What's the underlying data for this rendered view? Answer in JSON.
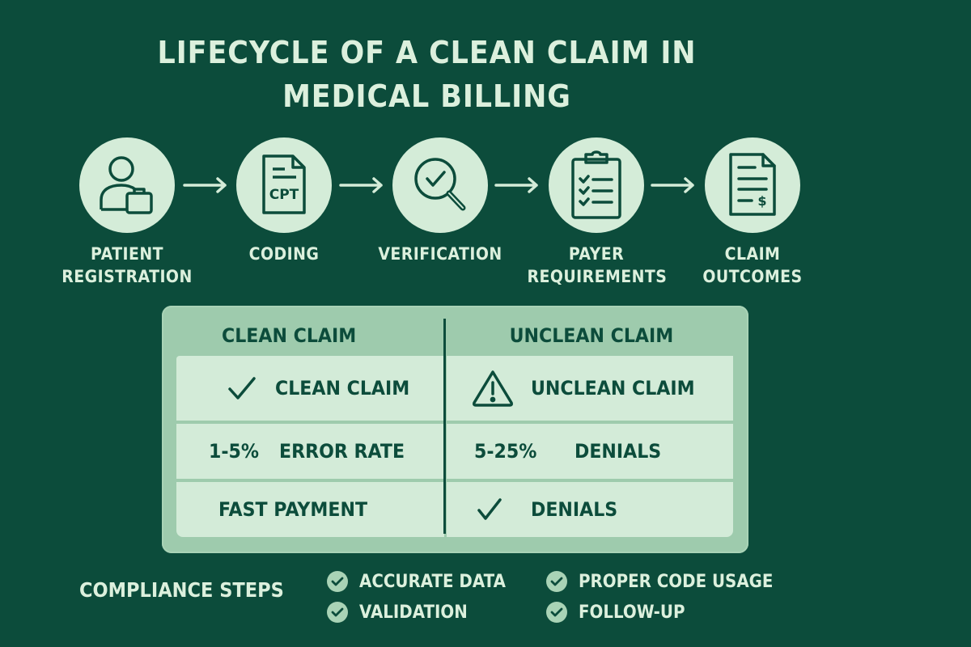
{
  "title": {
    "line1": "LIFECYCLE OF A CLEAN CLAIM IN",
    "line2": "MEDICAL BILLING"
  },
  "colors": {
    "background": "#0c4c3b",
    "circle_fill": "#d4ecd8",
    "icon_stroke": "#0c4c3b",
    "text_light": "#dcf0dd",
    "panel_outer": "#9ecbad",
    "panel_cell": "#d3ebd8"
  },
  "steps": [
    {
      "label_line1": "PATIENT",
      "label_line2": "REGISTRATION",
      "icon": "patient-briefcase-icon"
    },
    {
      "label_line1": "CODING",
      "label_line2": "",
      "icon": "cpt-document-icon",
      "icon_text": "CPT"
    },
    {
      "label_line1": "VERIFICATION",
      "label_line2": "",
      "icon": "magnifier-check-icon"
    },
    {
      "label_line1": "PAYER",
      "label_line2": "REQUIREMENTS",
      "icon": "clipboard-checklist-icon"
    },
    {
      "label_line1": "CLAIM",
      "label_line2": "OUTCOMES",
      "icon": "invoice-dollar-icon",
      "icon_text": "$"
    }
  ],
  "comparison": {
    "left_header": "CLEAN CLAIM",
    "right_header": "UNCLEAN CLAIM",
    "rows": [
      {
        "left": {
          "icon": "check-icon",
          "text": "CLEAN CLAIM"
        },
        "right": {
          "icon": "warning-icon",
          "text": "UNCLEAN CLAIM"
        }
      },
      {
        "left": {
          "value": "1-5%",
          "text": "ERROR RATE"
        },
        "right": {
          "value": "5-25%",
          "text": "DENIALS"
        }
      },
      {
        "left": {
          "text": "FAST PAYMENT"
        },
        "right": {
          "icon": "check-icon",
          "text": "DENIALS"
        }
      }
    ]
  },
  "compliance": {
    "title": "COMPLIANCE STEPS",
    "items": [
      "ACCURATE DATA",
      "PROPER CODE USAGE",
      "VALIDATION",
      "FOLLOW-UP"
    ]
  }
}
